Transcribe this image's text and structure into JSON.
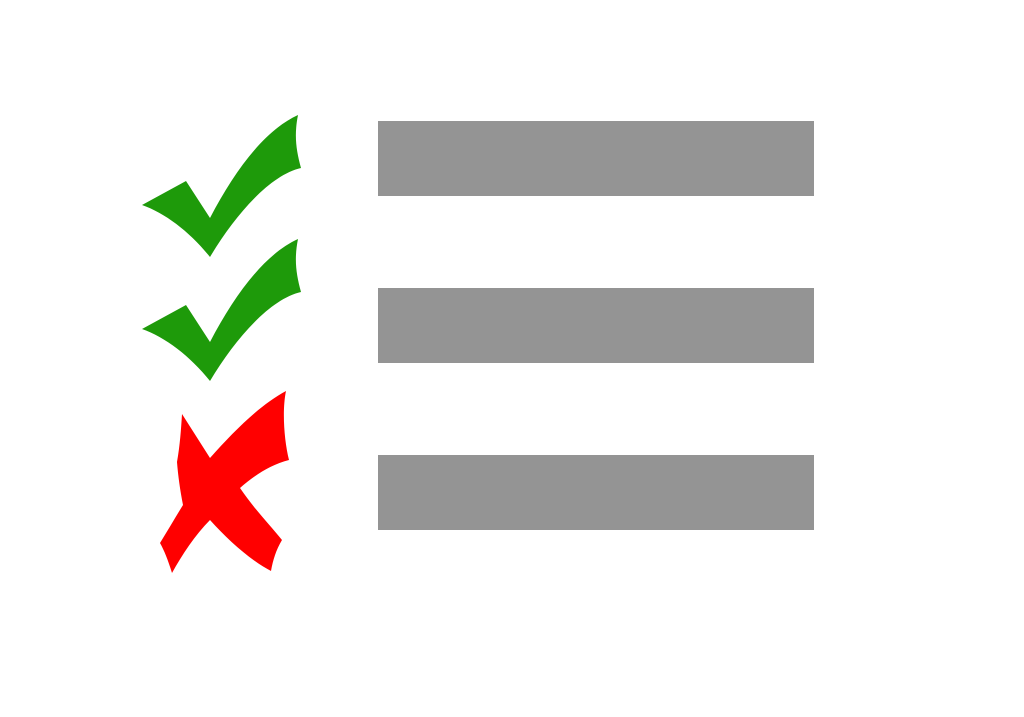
{
  "checklist": {
    "items": [
      {
        "status": "checked",
        "icon": "checkmark-icon"
      },
      {
        "status": "checked",
        "icon": "checkmark-icon"
      },
      {
        "status": "failed",
        "icon": "cross-icon"
      }
    ]
  },
  "colors": {
    "check": "#1e9a0a",
    "cross": "#ff0000",
    "bar": "#949494",
    "background": "#ffffff"
  }
}
